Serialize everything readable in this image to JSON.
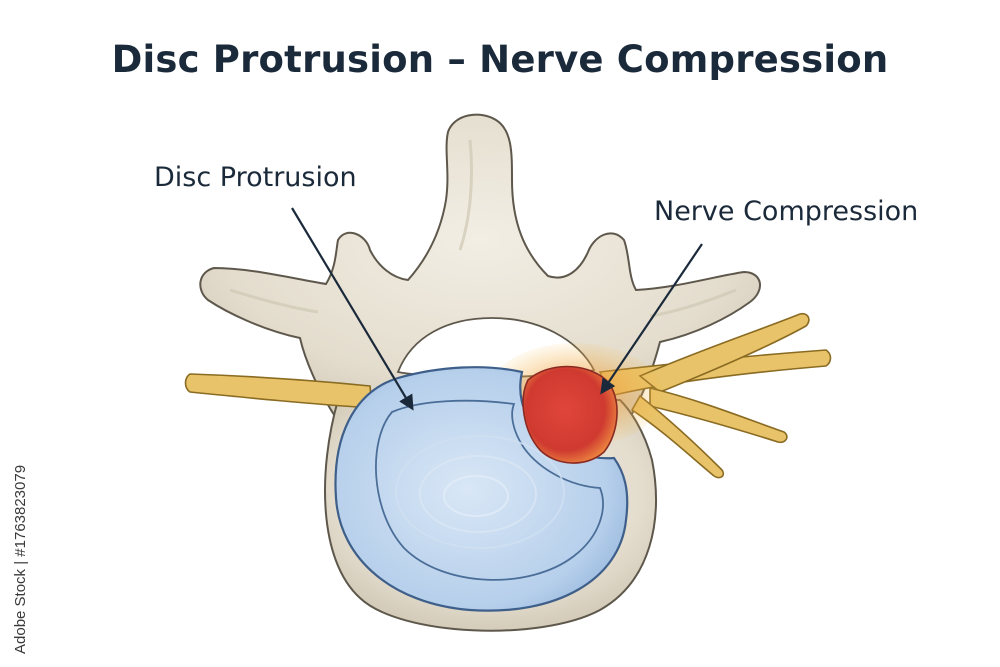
{
  "title": "Disc Protrusion – Nerve Compression",
  "labels": {
    "disc_protrusion": "Disc Protrusion",
    "nerve_compression": "Nerve Compression"
  },
  "watermark": {
    "side_text": "Adobe Stock | #1763823079"
  },
  "colors": {
    "bone": "#e7e1d3",
    "bone_outline": "#5e584c",
    "disc": "#b9d2ec",
    "disc_outline": "#3e5f8a",
    "nerve": "#e8c36a",
    "inflamed": "#d9453a",
    "text": "#1b2a3a"
  }
}
